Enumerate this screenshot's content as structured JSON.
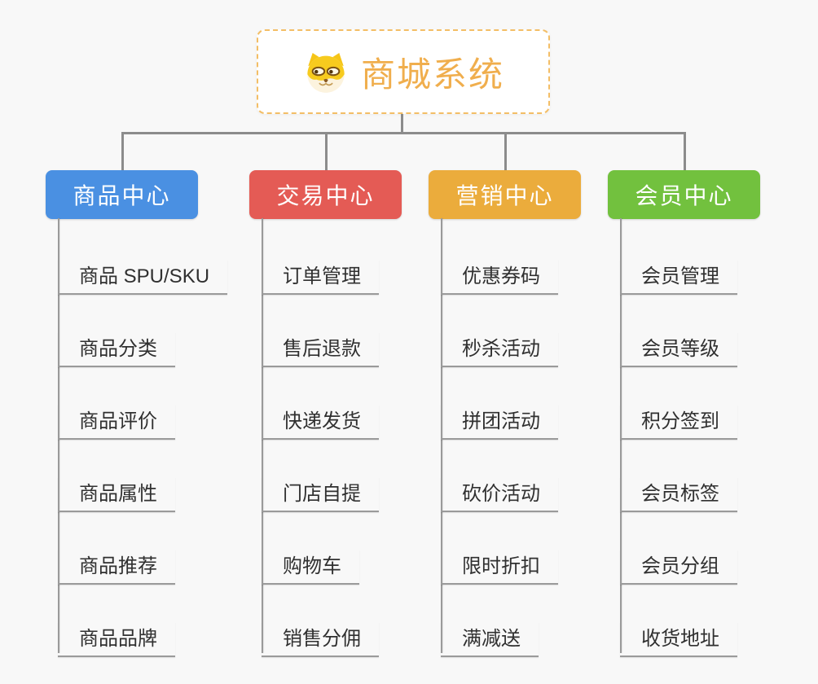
{
  "canvas": {
    "background": "#f8f8f8",
    "connector_color": "#8c8c8c"
  },
  "root": {
    "label": "商城系统",
    "text_color": "#F0AE4D",
    "border_color": "#F3BE66",
    "avatar_icon": "dog-face-icon"
  },
  "branches": [
    {
      "label": "商品中心",
      "color": "#4A90E2",
      "items": [
        "商品 SPU/SKU",
        "商品分类",
        "商品评价",
        "商品属性",
        "商品推荐",
        "商品品牌"
      ]
    },
    {
      "label": "交易中心",
      "color": "#E45B55",
      "items": [
        "订单管理",
        "售后退款",
        "快递发货",
        "门店自提",
        "购物车",
        "销售分佣"
      ]
    },
    {
      "label": "营销中心",
      "color": "#EBAC3C",
      "items": [
        "优惠券码",
        "秒杀活动",
        "拼团活动",
        "砍价活动",
        "限时折扣",
        "满减送"
      ]
    },
    {
      "label": "会员中心",
      "color": "#72C13E",
      "items": [
        "会员管理",
        "会员等级",
        "积分签到",
        "会员标签",
        "会员分组",
        "收货地址"
      ]
    }
  ]
}
